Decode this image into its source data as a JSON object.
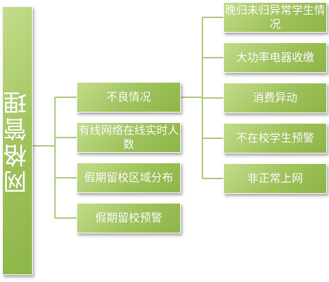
{
  "root": {
    "label": "网格管理"
  },
  "branches": [
    {
      "label": "不良情况"
    },
    {
      "label": "有线网络在线实时人数"
    },
    {
      "label": "假期留校区域分布"
    },
    {
      "label": "假期留校预警"
    }
  ],
  "sub_branches": [
    {
      "label": "晚归未归异常学生情况"
    },
    {
      "label": "大功率电器收缴"
    },
    {
      "label": "消费异动"
    },
    {
      "label": "不在校学生预警"
    },
    {
      "label": "非正常上网"
    }
  ],
  "colors": {
    "node_fill": "#9fc25b",
    "node_text": "#ffffff",
    "connector": "#a9c97a"
  }
}
